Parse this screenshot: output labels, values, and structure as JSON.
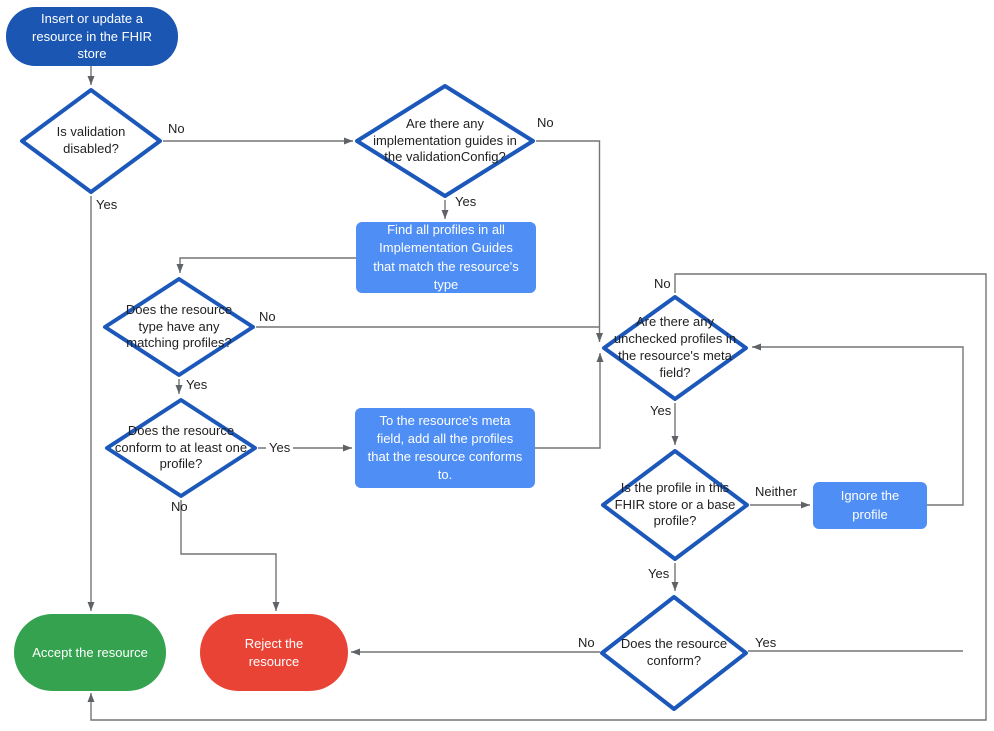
{
  "diagram": {
    "nodes": {
      "start": {
        "label": "Insert or update a resource in the FHIR store"
      },
      "validation_disabled": {
        "label": "Is validation disabled?"
      },
      "implementation_guides": {
        "label": "Are there any implementation guides in the validationConfig?"
      },
      "find_profiles": {
        "label": "Find all profiles in all Implementation Guides that match the resource's type"
      },
      "matching_profiles": {
        "label": "Does the resource type have any matching profiles?"
      },
      "conforms_one": {
        "label": "Does the resource conform to at least one profile?"
      },
      "add_profiles": {
        "label": "To the resource's meta field, add all the profiles that the resource conforms to."
      },
      "unchecked_profiles": {
        "label": "Are there any unchecked profiles in the resource's meta field?"
      },
      "profile_in_store": {
        "label": "Is the profile in this FHIR store or a base profile?"
      },
      "ignore_profile": {
        "label": "Ignore the profile"
      },
      "resource_conforms": {
        "label": "Does the resource conform?"
      },
      "accept": {
        "label": "Accept the resource"
      },
      "reject": {
        "label": "Reject the resource"
      }
    },
    "edge_labels": {
      "validation_disabled_no": "No",
      "validation_disabled_yes": "Yes",
      "implementation_guides_no": "No",
      "implementation_guides_yes": "Yes",
      "matching_profiles_no": "No",
      "matching_profiles_yes": "Yes",
      "conforms_one_yes": "Yes",
      "conforms_one_no": "No",
      "unchecked_profiles_no": "No",
      "unchecked_profiles_yes": "Yes",
      "profile_in_store_neither": "Neither",
      "profile_in_store_yes": "Yes",
      "resource_conforms_yes": "Yes",
      "resource_conforms_no": "No"
    },
    "colors": {
      "start_fill": "#1a56b2",
      "decision_border": "#1c57ba",
      "process_fill": "#4e8ef5",
      "accept_fill": "#34a24e",
      "reject_fill": "#e94335",
      "connector": "#757575",
      "arrowhead": "#5f6368"
    }
  }
}
